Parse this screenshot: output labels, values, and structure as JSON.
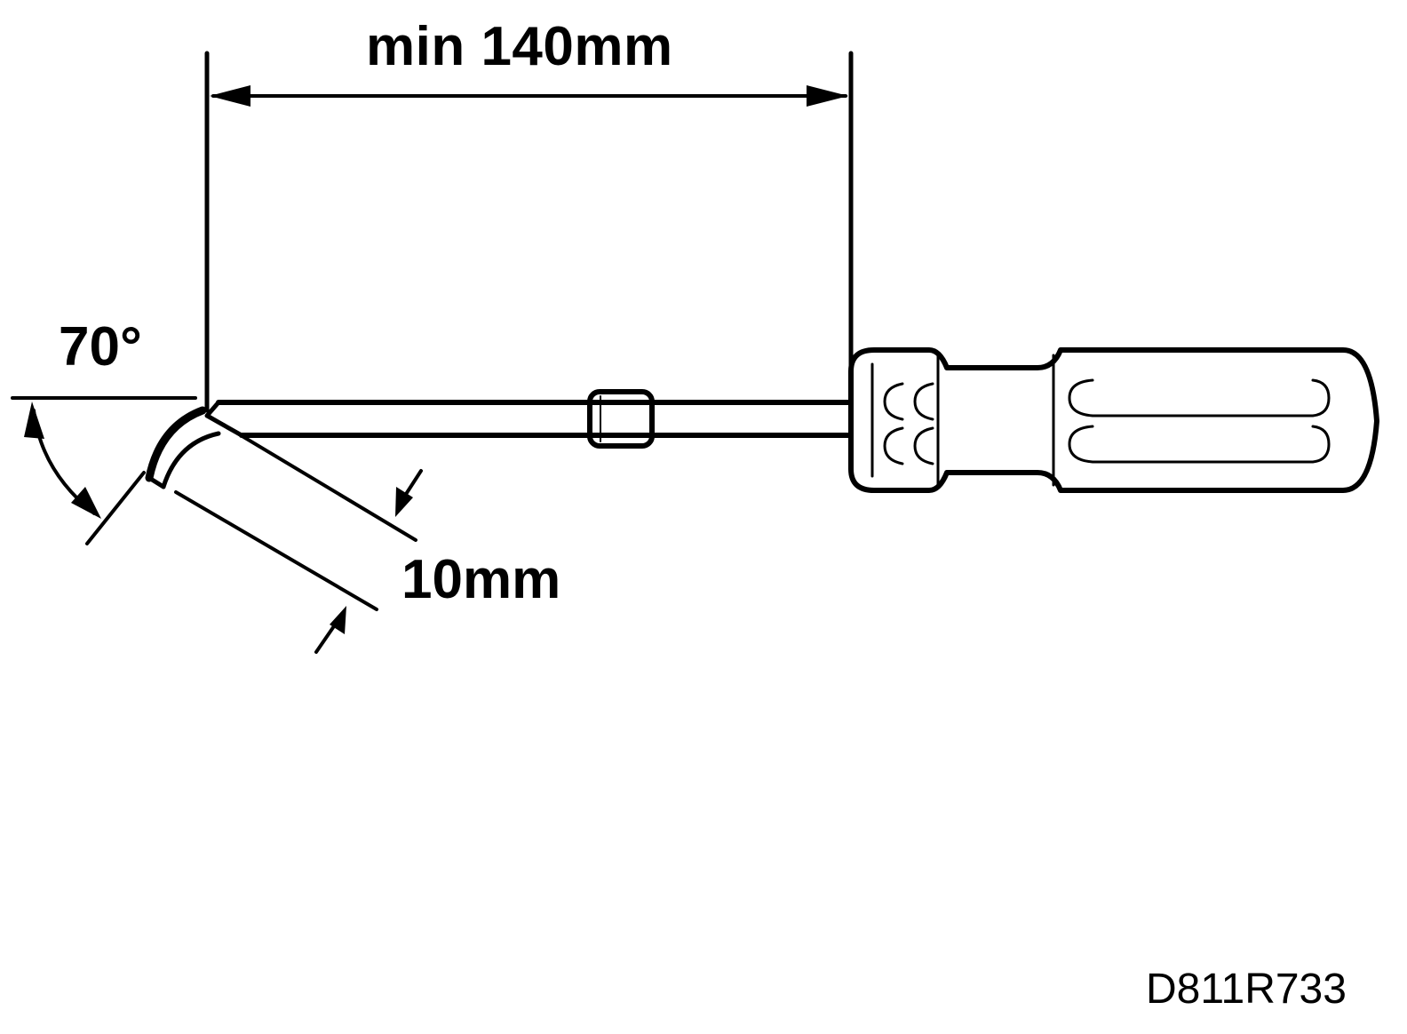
{
  "dimensions": {
    "length_label": "min 140mm",
    "angle_label": "70°",
    "tip_width_label": "10mm"
  },
  "figure": {
    "reference_code": "D811R733"
  },
  "colors": {
    "line": "#000000",
    "background": "#ffffff"
  }
}
